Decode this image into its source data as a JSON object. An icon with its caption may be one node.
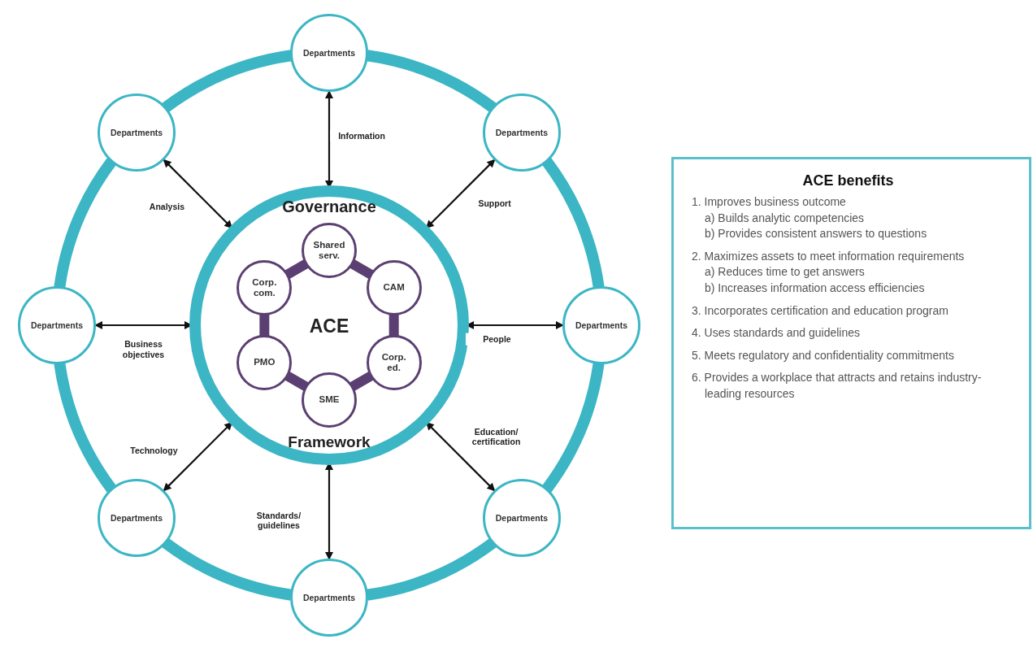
{
  "diagram": {
    "nodes": [
      {
        "text": [
          "Governance",
          "ACE",
          "Framework"
        ]
      },
      {
        "text": [
          "Shared serv."
        ],
        "in": 0
      },
      {
        "text": [
          "CAM"
        ],
        "in": 0
      },
      {
        "text": [
          "Corp. ed."
        ],
        "in": 0
      },
      {
        "text": [
          "SME"
        ],
        "in": 0
      },
      {
        "text": [
          "PMO"
        ],
        "in": 0
      },
      {
        "text": [
          "Corp. com."
        ],
        "in": 0
      },
      {
        "text": [
          "Departments"
        ]
      },
      {
        "text": [
          "Departments"
        ]
      },
      {
        "text": [
          "Departments"
        ]
      },
      {
        "text": [
          "Departments"
        ]
      },
      {
        "text": [
          "Departments"
        ]
      },
      {
        "text": [
          "Departments"
        ]
      },
      {
        "text": [
          "Departments"
        ]
      },
      {
        "text": [
          "Departments"
        ]
      },
      {
        "text": [
          "ACE benefits",
          "1. Improves business outcome",
          "a) Builds analytic competencies",
          "b) Provides consistent answers to questions",
          "2. Maximizes assets to meet information requirements",
          "a) Reduces time to get answers",
          "b) Increases information access efficiencies",
          "3. Incorporates certification and education program",
          "4. Uses standards and guidelines",
          "5. Meets regulatory and confidentiality commitments",
          "6. Provides a workplace that attracts and retains industry-leading resources"
        ]
      }
    ],
    "edges": [
      {
        "from": 1,
        "to": 2,
        "arrow": "none",
        "color": "#5b3f72"
      },
      {
        "from": 2,
        "to": 3,
        "arrow": "none",
        "color": "#5b3f72"
      },
      {
        "from": 3,
        "to": 4,
        "arrow": "none",
        "color": "#5b3f72"
      },
      {
        "from": 4,
        "to": 5,
        "arrow": "none",
        "color": "#5b3f72"
      },
      {
        "from": 5,
        "to": 6,
        "arrow": "none",
        "color": "#5b3f72"
      },
      {
        "from": 6,
        "to": 1,
        "arrow": "none",
        "color": "#5b3f72"
      },
      {
        "from": 7,
        "to": 8,
        "arrow": "none",
        "color": "#3cb6c4"
      },
      {
        "from": 8,
        "to": 9,
        "arrow": "none",
        "color": "#3cb6c4"
      },
      {
        "from": 9,
        "to": 10,
        "arrow": "none",
        "color": "#3cb6c4"
      },
      {
        "from": 10,
        "to": 11,
        "arrow": "none",
        "color": "#3cb6c4"
      },
      {
        "from": 11,
        "to": 12,
        "arrow": "none",
        "color": "#3cb6c4"
      },
      {
        "from": 12,
        "to": 13,
        "arrow": "none",
        "color": "#3cb6c4"
      },
      {
        "from": 13,
        "to": 14,
        "arrow": "none",
        "color": "#3cb6c4"
      },
      {
        "from": 14,
        "to": 7,
        "arrow": "none",
        "color": "#3cb6c4"
      },
      {
        "from": 7,
        "to": 0,
        "arrow": "both",
        "label": "Information",
        "color": "#111111"
      },
      {
        "from": 8,
        "to": 0,
        "arrow": "both",
        "label": "Support",
        "color": "#111111"
      },
      {
        "from": 9,
        "to": 0,
        "arrow": "both",
        "label": "People",
        "color": "#111111"
      },
      {
        "from": 10,
        "to": 0,
        "arrow": "both",
        "label": "Education/ certification",
        "color": "#111111"
      },
      {
        "from": 11,
        "to": 0,
        "arrow": "both",
        "label": "Standards/ guidelines",
        "color": "#111111"
      },
      {
        "from": 12,
        "to": 0,
        "arrow": "both",
        "label": "Technology",
        "color": "#111111"
      },
      {
        "from": 13,
        "to": 0,
        "arrow": "both",
        "label": "Business objectives",
        "color": "#111111"
      },
      {
        "from": 14,
        "to": 0,
        "arrow": "both",
        "label": "Analysis",
        "color": "#111111"
      }
    ]
  }
}
